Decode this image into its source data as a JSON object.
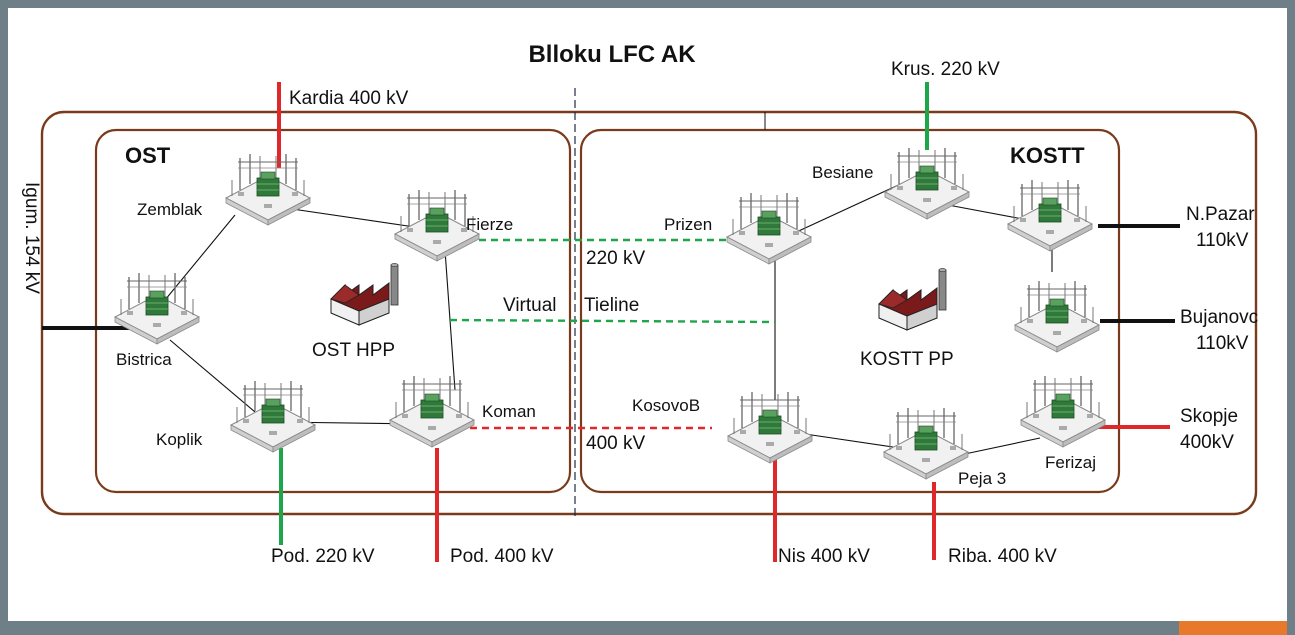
{
  "title": "Blloku LFC AK",
  "areas": {
    "ost": "OST",
    "kostt": "KOSTT"
  },
  "substations": {
    "zemblak": "Zemblak",
    "fierze": "Fierze",
    "bistrica": "Bistrica",
    "koplik": "Koplik",
    "koman": "Koman",
    "prizen": "Prizen",
    "besiane": "Besiane",
    "kosovob": "KosovoB",
    "peja3": "Peja 3",
    "ferizaj": "Ferizaj"
  },
  "plants": {
    "ost_hpp": "OST HPP",
    "kostt_pp": "KOSTT PP"
  },
  "tielines": {
    "line_220": "220 kV",
    "virtual_a": "Virtual",
    "virtual_b": "Tieline",
    "line_400": "400 kV"
  },
  "external": {
    "kardia": "Kardia 400 kV",
    "krus": "Krus. 220 kV",
    "igum": "Igum. 154 kV",
    "npazar_a": "N.Pazar",
    "npazar_b": "110kV",
    "bujanovc_a": "Bujanovc",
    "bujanovc_b": "110kV",
    "skopje_a": "Skopje",
    "skopje_b": "400kV",
    "pod220": "Pod. 220 kV",
    "pod400": "Pod. 400 kV",
    "nis": "Nis 400 kV",
    "riba": "Riba. 400 kV"
  },
  "colors": {
    "boundary": "#7a3b1c",
    "line_400kv": "#e0282a",
    "line_220kv": "#1ea64a",
    "line_low": "#111111",
    "frame": "#6f7f88",
    "accent": "#e8782a"
  }
}
